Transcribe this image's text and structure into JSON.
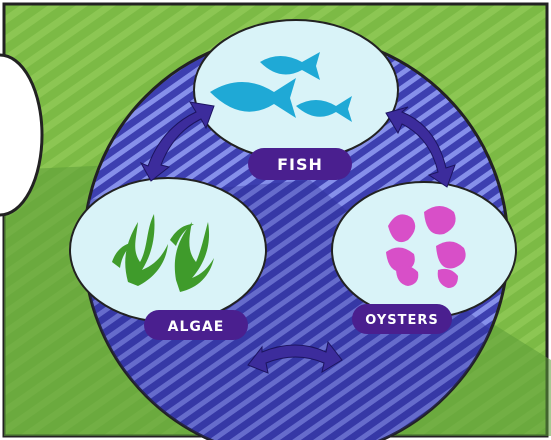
{
  "labels": {
    "fish": "FISH",
    "algae": "ALGAE",
    "oysters": "OYSTERS"
  },
  "colors": {
    "background_green": "#76b441",
    "background_dark_green": "#5a9a35",
    "circle_blue": "#4a4fc0",
    "circle_stripe": "#7d86e6",
    "bubble_fill": "#d9f3f8",
    "label_pill": "#4a1f8f",
    "fish_color": "#1fa9d6",
    "algae_color": "#3f9b2b",
    "oyster_color": "#d84fc8",
    "arrow_color": "#3c2c9c"
  },
  "icons": {
    "fish": "fish-icon",
    "algae": "seaweed-icon",
    "oysters": "oyster-shell-icon",
    "cycle_arrows": "double-arrow-icon"
  }
}
